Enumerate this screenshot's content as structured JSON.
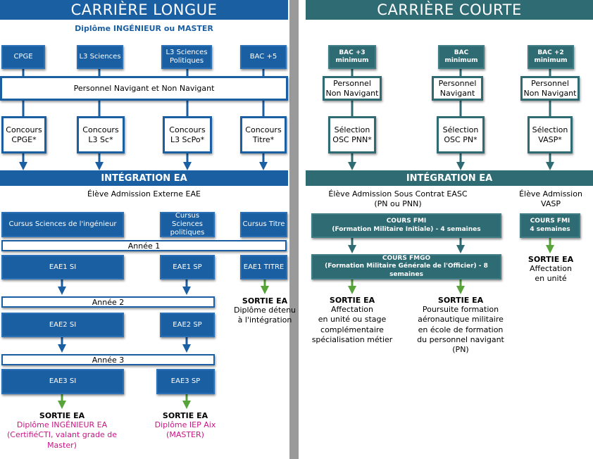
{
  "left": {
    "title": "CARRIÈRE LONGUE",
    "subtitle": "Diplôme INGÉNIEUR ou MASTER",
    "entries": [
      "CPGE",
      "L3 Sciences",
      "L3 Sciences Politiques",
      "BAC +5"
    ],
    "personnel": "Personnel Navigant et Non Navigant",
    "concours": [
      "Concours CPGE*",
      "Concours L3 Sc*",
      "Concours L3 ScPo*",
      "Concours Titre*"
    ],
    "integration": "INTÉGRATION EA",
    "eleve": "Élève Admission Externe EAE",
    "cursus": [
      "Cursus Sciences de l'ingénieur",
      "Cursus Sciences politiques",
      "Cursus Titre"
    ],
    "years": [
      "Année 1",
      "Année 2",
      "Année 3"
    ],
    "eae1": [
      "EAE1 SI",
      "EAE1 SP",
      "EAE1 TITRE"
    ],
    "eae2": [
      "EAE2 SI",
      "EAE2 SP"
    ],
    "eae3": [
      "EAE3 SI",
      "EAE3 SP"
    ],
    "sortie_titre": {
      "title": "SORTIE EA",
      "l1": "Diplôme détenu",
      "l2": "à l'intégration"
    },
    "sortie_si": {
      "title": "SORTIE EA",
      "l1": "Diplôme INGÉNIEUR EA",
      "l2": "(CertifiéCTI, valant grade de",
      "l3": "Master)"
    },
    "sortie_sp": {
      "title": "SORTIE EA",
      "l1": "Diplôme IEP Aix",
      "l2": "(MASTER)"
    }
  },
  "right": {
    "title": "CARRIÈRE COURTE",
    "bac": [
      {
        "l1": "BAC +3",
        "l2": "minimum"
      },
      {
        "l1": "BAC",
        "l2": "minimum"
      },
      {
        "l1": "BAC +2",
        "l2": "minimum"
      }
    ],
    "personnel": [
      {
        "l1": "Personnel",
        "l2": "Non Navigant"
      },
      {
        "l1": "Personnel",
        "l2": "Navigant"
      },
      {
        "l1": "Personnel",
        "l2": "Non Navigant"
      }
    ],
    "selection": [
      {
        "l1": "Sélection",
        "l2": "OSC PNN*"
      },
      {
        "l1": "Sélection",
        "l2": "OSC PN*"
      },
      {
        "l1": "Sélection",
        "l2": "VASP*"
      }
    ],
    "integration": "INTÉGRATION EA",
    "easc_l1": "Élève Admission Sous Contrat EASC",
    "easc_l2": "(PN ou PNN)",
    "vasp_l1": "Élève Admission",
    "vasp_l2": "VASP",
    "fmi": {
      "l1": "COURS FMI",
      "l2": "(Formation Militaire Initiale) - 4 semaines"
    },
    "fmi_vasp": {
      "l1": "COURS FMI",
      "l2": "4 semaines"
    },
    "fmgo": {
      "l1": "COURS FMGO",
      "l2": "(Formation Militaire Générale de l'Officier) - 8 semaines"
    },
    "sortie_vasp": {
      "title": "SORTIE EA",
      "l1": "Affectation",
      "l2": "en unité"
    },
    "sortie_a": {
      "title": "SORTIE EA",
      "l1": "Affectation",
      "l2": "en unité ou stage",
      "l3": "complémentaire",
      "l4": "spécialisation métier"
    },
    "sortie_b": {
      "title": "SORTIE EA",
      "l1": "Poursuite formation",
      "l2": "aéronautique militaire",
      "l3": "en école de formation",
      "l4": "du personnel navigant",
      "l5": "(PN)"
    }
  },
  "colors": {
    "blue": "#1b5fa3",
    "teal": "#2f6b73",
    "green": "#58a43a",
    "magenta": "#c71585",
    "divider": "#9a9a9a"
  }
}
